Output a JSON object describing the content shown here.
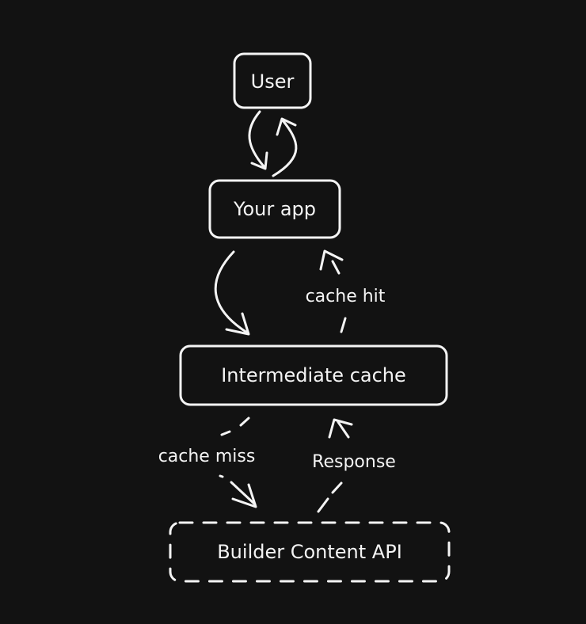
{
  "nodes": {
    "user": "User",
    "app": "Your app",
    "cache": "Intermediate cache",
    "api": "Builder Content API"
  },
  "edges": {
    "cache_hit": "cache hit",
    "cache_miss": "cache miss",
    "response": "Response"
  },
  "colors": {
    "background": "#121212",
    "foreground": "#f4f4f4"
  }
}
